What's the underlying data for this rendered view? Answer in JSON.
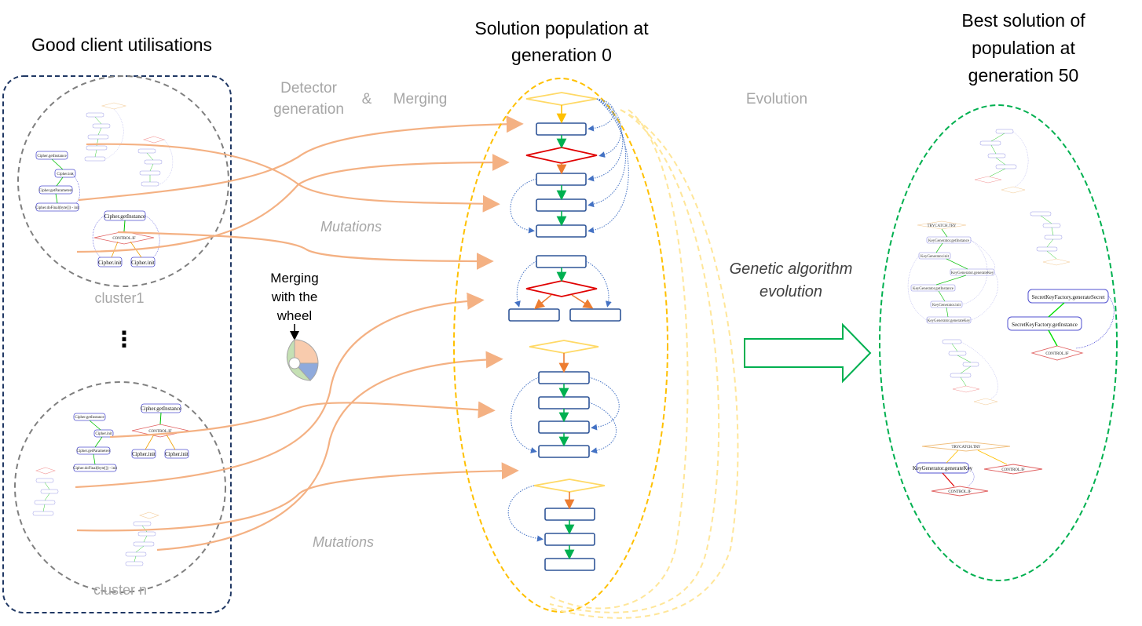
{
  "titles": {
    "left": "Good client utilisations",
    "middle_line1": "Solution population at",
    "middle_line2": "generation 0",
    "right_line1": "Best solution of",
    "right_line2": "population at",
    "right_line3": "generation 50"
  },
  "labels": {
    "detector_line1": "Detector",
    "detector_line2": "generation",
    "ampersand": "&",
    "merging": "Merging",
    "evolution": "Evolution",
    "mutations_top": "Mutations",
    "mutations_bottom": "Mutations",
    "wheel_line1": "Merging",
    "wheel_line2": "with the",
    "wheel_line3": "wheel",
    "ga_line1": "Genetic algorithm",
    "ga_line2": "evolution",
    "cluster1": "cluster1",
    "clustern": "cluster n",
    "ellipsis": "⋮"
  },
  "cluster_nodes": {
    "cipher_getinstance": "Cipher.getInstance",
    "cipher_init": "Cipher.init",
    "cipher_getparameters": "Cipher.getParameters",
    "cipher_dofinal": "Cipher.doFinal(byte[]) - init",
    "control_if": "CONTROL.IF"
  },
  "best_nodes": {
    "trycatch": "TRYCATCH.TRY",
    "keygen_getinstance": "KeyGenerator.getInstance",
    "keygen_init": "KeyGenerator.init",
    "keygen_generatekey": "KeyGenerator.generateKey",
    "secret_generate": "SecretKeyFactory.generateSecret",
    "secret_getinstance": "SecretKeyFactory.getInstance",
    "control_if": "CONTROL.IF"
  },
  "colors": {
    "dark_blue_border": "#203864",
    "gray_dashed": "#7f7f7f",
    "orange_arrow": "#f4b183",
    "gold_dashed": "#ffc000",
    "green_dashed": "#00b050",
    "node_blue": "#2f5597",
    "diamond_yellow": "#ffd966",
    "diamond_red": "#e00000",
    "arrow_green": "#00b050",
    "arrow_orange": "#ed7d31",
    "arrow_blue": "#4472c4",
    "gray_text": "#a6a6a6",
    "wheel_orange": "#f8cbad",
    "wheel_blue": "#8faadc",
    "wheel_green": "#c5e0b4"
  }
}
